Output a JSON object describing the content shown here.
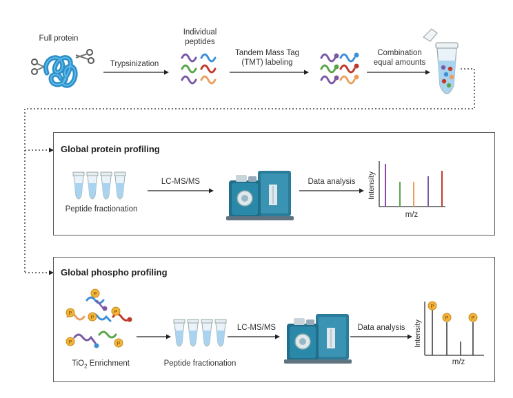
{
  "top_row": {
    "full_protein": "Full protein",
    "trypsinization": "Trypsinization",
    "individual_peptides_line1": "Individual",
    "individual_peptides_line2": "peptides",
    "tmt_line1": "Tandem Mass Tag",
    "tmt_line2": "(TMT) labeling",
    "combination_line1": "Combination",
    "combination_line2": "equal amounts"
  },
  "protein_panel": {
    "title": "Global protein profiling",
    "fractionation": "Peptide fractionation",
    "lcms": "LC-MS/MS",
    "analysis": "Data analysis",
    "ylabel": "Intensity",
    "xlabel": "m/z"
  },
  "phospho_panel": {
    "title": "Global phospho profiling",
    "enrichment_prefix": "TiO",
    "enrichment_sub": "2",
    "enrichment_suffix": " Enrichment",
    "fractionation": "Peptide fractionation",
    "lcms": "LC-MS/MS",
    "analysis": "Data analysis",
    "ylabel": "Intensity",
    "xlabel": "m/z",
    "phospho_symbol": "P"
  },
  "colors": {
    "protein_blue": "#2a8fc9",
    "peptide_purple": "#7a5aa6",
    "peptide_blue": "#3c8fd6",
    "peptide_green": "#5aa54a",
    "peptide_red": "#c0392b",
    "peptide_orange": "#e8a060",
    "instrument_teal": "#2a7c9a",
    "phospho_yellow": "#f2b33a"
  }
}
